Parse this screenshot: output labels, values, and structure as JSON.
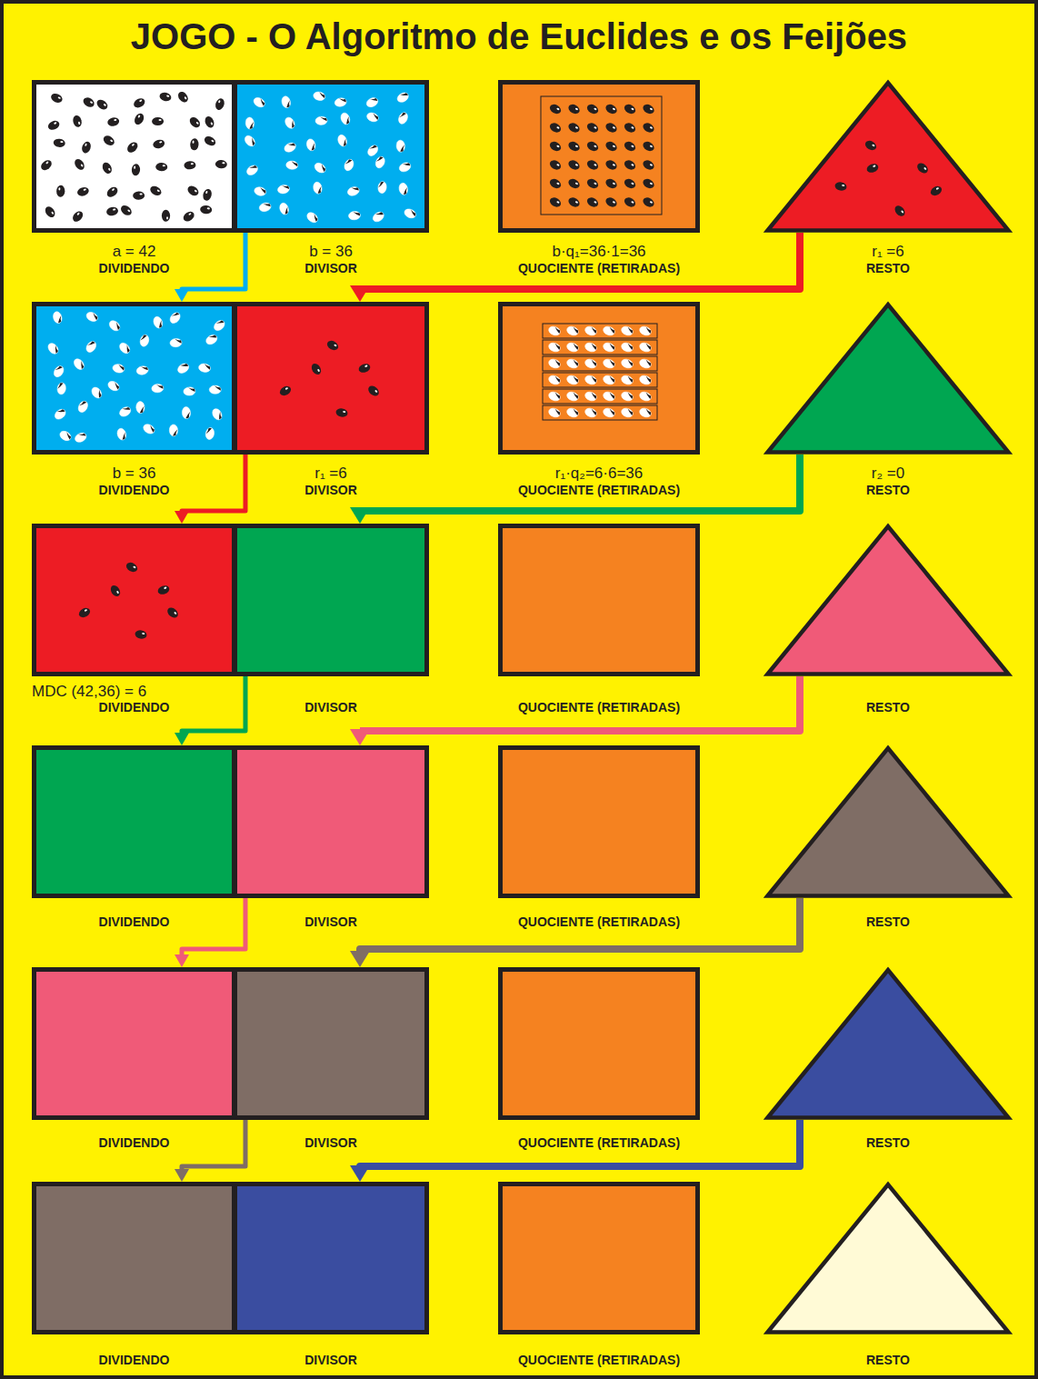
{
  "diagram": {
    "title": "JOGO - O Algoritmo de Euclides e os Feijões",
    "nodes": [
      {
        "text": [
          "a = 42",
          "DIVIDENDO"
        ]
      },
      {
        "text": [
          "b = 36",
          "DIVISOR"
        ]
      },
      {
        "text": [
          "b·q₁=36·1=36",
          "QUOCIENTE (RETIRADAS)"
        ]
      },
      {
        "text": [
          "r₁ =6",
          "RESTO"
        ]
      },
      {
        "text": [
          "b = 36",
          "DIVIDENDO"
        ]
      },
      {
        "text": [
          "r₁ =6",
          "DIVISOR"
        ]
      },
      {
        "text": [
          "r₁·q₂=6·6=36",
          "QUOCIENTE (RETIRADAS)"
        ]
      },
      {
        "text": [
          "r₂ =0",
          "RESTO"
        ]
      },
      {
        "text": [
          "MDC (42,36) = 6",
          "DIVIDENDO"
        ]
      },
      {
        "text": [
          "DIVISOR"
        ]
      },
      {
        "text": [
          "QUOCIENTE (RETIRADAS)"
        ]
      },
      {
        "text": [
          "RESTO"
        ]
      },
      {
        "text": [
          "DIVIDENDO"
        ]
      },
      {
        "text": [
          "DIVISOR"
        ]
      },
      {
        "text": [
          "QUOCIENTE (RETIRADAS)"
        ]
      },
      {
        "text": [
          "RESTO"
        ]
      },
      {
        "text": [
          "DIVIDENDO"
        ]
      },
      {
        "text": [
          "DIVISOR"
        ]
      },
      {
        "text": [
          "QUOCIENTE (RETIRADAS)"
        ]
      },
      {
        "text": [
          "RESTO"
        ]
      },
      {
        "text": [
          "DIVIDENDO"
        ]
      },
      {
        "text": [
          "DIVISOR"
        ]
      },
      {
        "text": [
          "QUOCIENTE (RETIRADAS)"
        ]
      },
      {
        "text": [
          "RESTO"
        ]
      }
    ],
    "edges": [
      {
        "from": 1,
        "to": 4,
        "arrow": "to"
      },
      {
        "from": 3,
        "to": 5,
        "arrow": "to"
      },
      {
        "from": 5,
        "to": 8,
        "arrow": "to"
      },
      {
        "from": 7,
        "to": 9,
        "arrow": "to"
      },
      {
        "from": 9,
        "to": 12,
        "arrow": "to"
      },
      {
        "from": 11,
        "to": 13,
        "arrow": "to"
      },
      {
        "from": 13,
        "to": 16,
        "arrow": "to"
      },
      {
        "from": 15,
        "to": 17,
        "arrow": "to"
      },
      {
        "from": 17,
        "to": 20,
        "arrow": "to"
      },
      {
        "from": 19,
        "to": 21,
        "arrow": "to"
      }
    ]
  }
}
